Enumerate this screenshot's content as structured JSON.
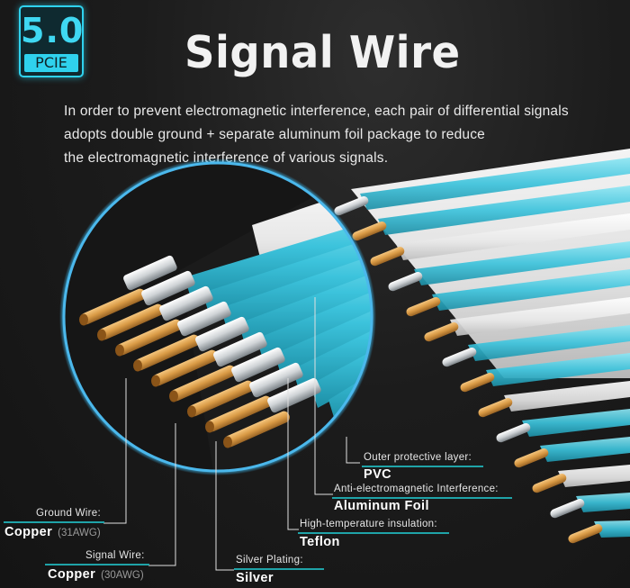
{
  "badge": {
    "number": "5.0",
    "label": "PCIE"
  },
  "title": "Signal Wire",
  "description": [
    "In order to prevent electromagnetic interference, each pair of differential signals",
    "adopts double ground + separate aluminum foil package to reduce",
    "the electromagnetic interference of various signals."
  ],
  "labels": {
    "outer": {
      "caption": "Outer protective layer:",
      "material": "PVC"
    },
    "foil": {
      "caption": "Anti-electromagnetic Interference:",
      "material": "Aluminum Foil"
    },
    "insulation": {
      "caption": "High-temperature insulation:",
      "material": "Teflon"
    },
    "plating": {
      "caption": "Silver Plating:",
      "material": "Silver"
    },
    "ground": {
      "caption": "Ground Wire:",
      "material": "Copper",
      "gauge": "(31AWG)"
    },
    "signal": {
      "caption": "Signal Wire:",
      "material": "Copper",
      "gauge": "(30AWG)"
    }
  },
  "colors": {
    "accent": "#2fd2ee",
    "cyan_jacket": "#3cc3dc",
    "copper": "#d99a45",
    "line": "#1fa3a8"
  }
}
